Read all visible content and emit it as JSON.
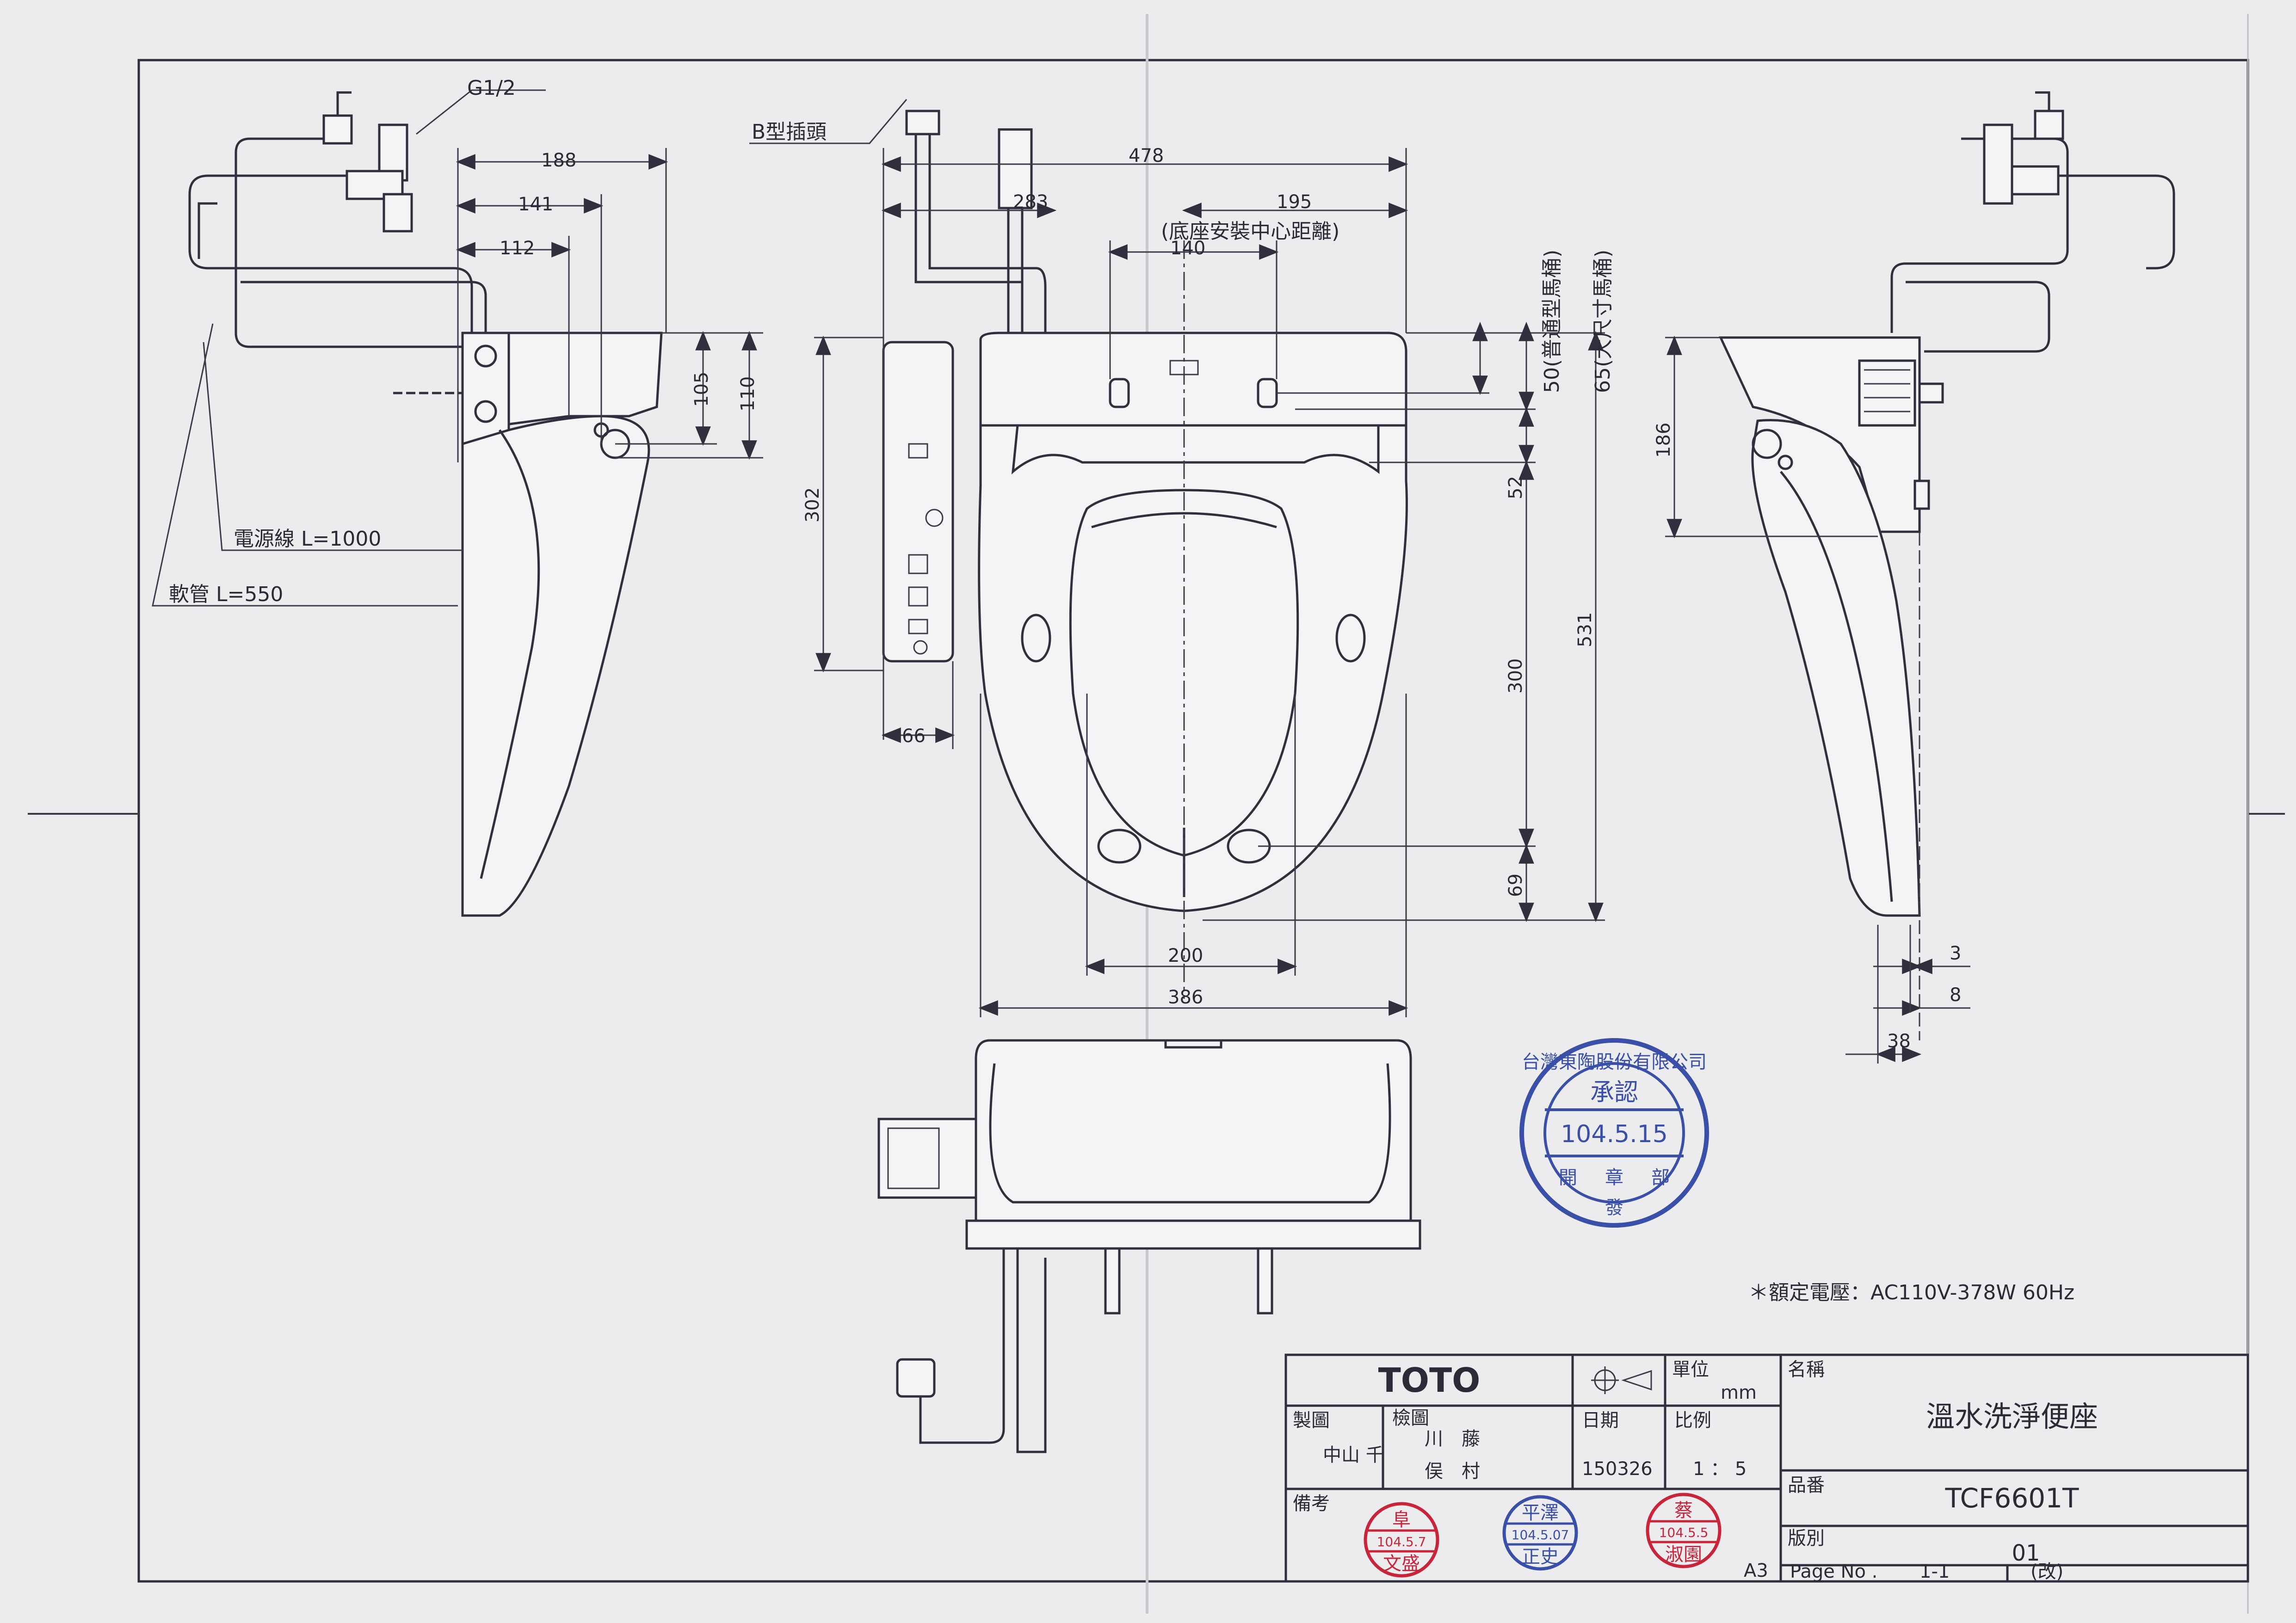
{
  "labels": {
    "g_thread": "G1/2",
    "plug_type": "B型插頭",
    "power_cord": "電源線 L=1000",
    "hose": "軟管 L=550",
    "base_center": "(底座安裝中心距離)",
    "std_bowl": "50(普通型馬桶)",
    "large_bowl": "65(大尺寸馬桶)"
  },
  "dimensions": {
    "d188": "188",
    "d141": "141",
    "d112": "112",
    "d105": "105",
    "d110": "110",
    "d478": "478",
    "d283": "283",
    "d195": "195",
    "d140": "140",
    "d302": "302",
    "d66": "66",
    "d52": "52",
    "d300": "300",
    "d531": "531",
    "d69": "69",
    "d200": "200",
    "d386": "386",
    "d186": "186",
    "d3": "3",
    "d8": "8",
    "d38": "38"
  },
  "rated_voltage": "＊額定電壓：AC110V-378W 60Hz",
  "seal": {
    "company": "台灣東陶股份有限公司",
    "title": "承認",
    "date": "104.5.15",
    "footer_l": "開",
    "footer_c": "章",
    "footer_r": "部",
    "footer_b": "發"
  },
  "title_block": {
    "brand": "TOTO",
    "unit_label": "單位",
    "unit": "mm",
    "name_label": "名稱",
    "name": "溫水洗淨便座",
    "drawn_label": "製圖",
    "drawn_by": "中山 千",
    "check_label": "檢圖",
    "checker1": "川　藤",
    "checker2": "俣　村",
    "date_label": "日期",
    "date": "150326",
    "scale_label": "比例",
    "scale": "1 ： 5",
    "part_label": "品番",
    "part_no": "TCF6601T",
    "remarks_label": "備考",
    "version_label": "版別",
    "version": "01",
    "size": "A3",
    "page_label": "Page No .",
    "page": "1-1",
    "revision": "(改)"
  },
  "stamps": [
    {
      "top": "阜",
      "date": "104.5.7",
      "bottom": "文盛",
      "color": "#c8243a"
    },
    {
      "top": "平澤",
      "date": "104.5.07",
      "bottom": "正史",
      "color": "#3a4fa8"
    },
    {
      "top": "蔡",
      "date": "104.5.5",
      "bottom": "淑園",
      "color": "#c8243a"
    }
  ]
}
